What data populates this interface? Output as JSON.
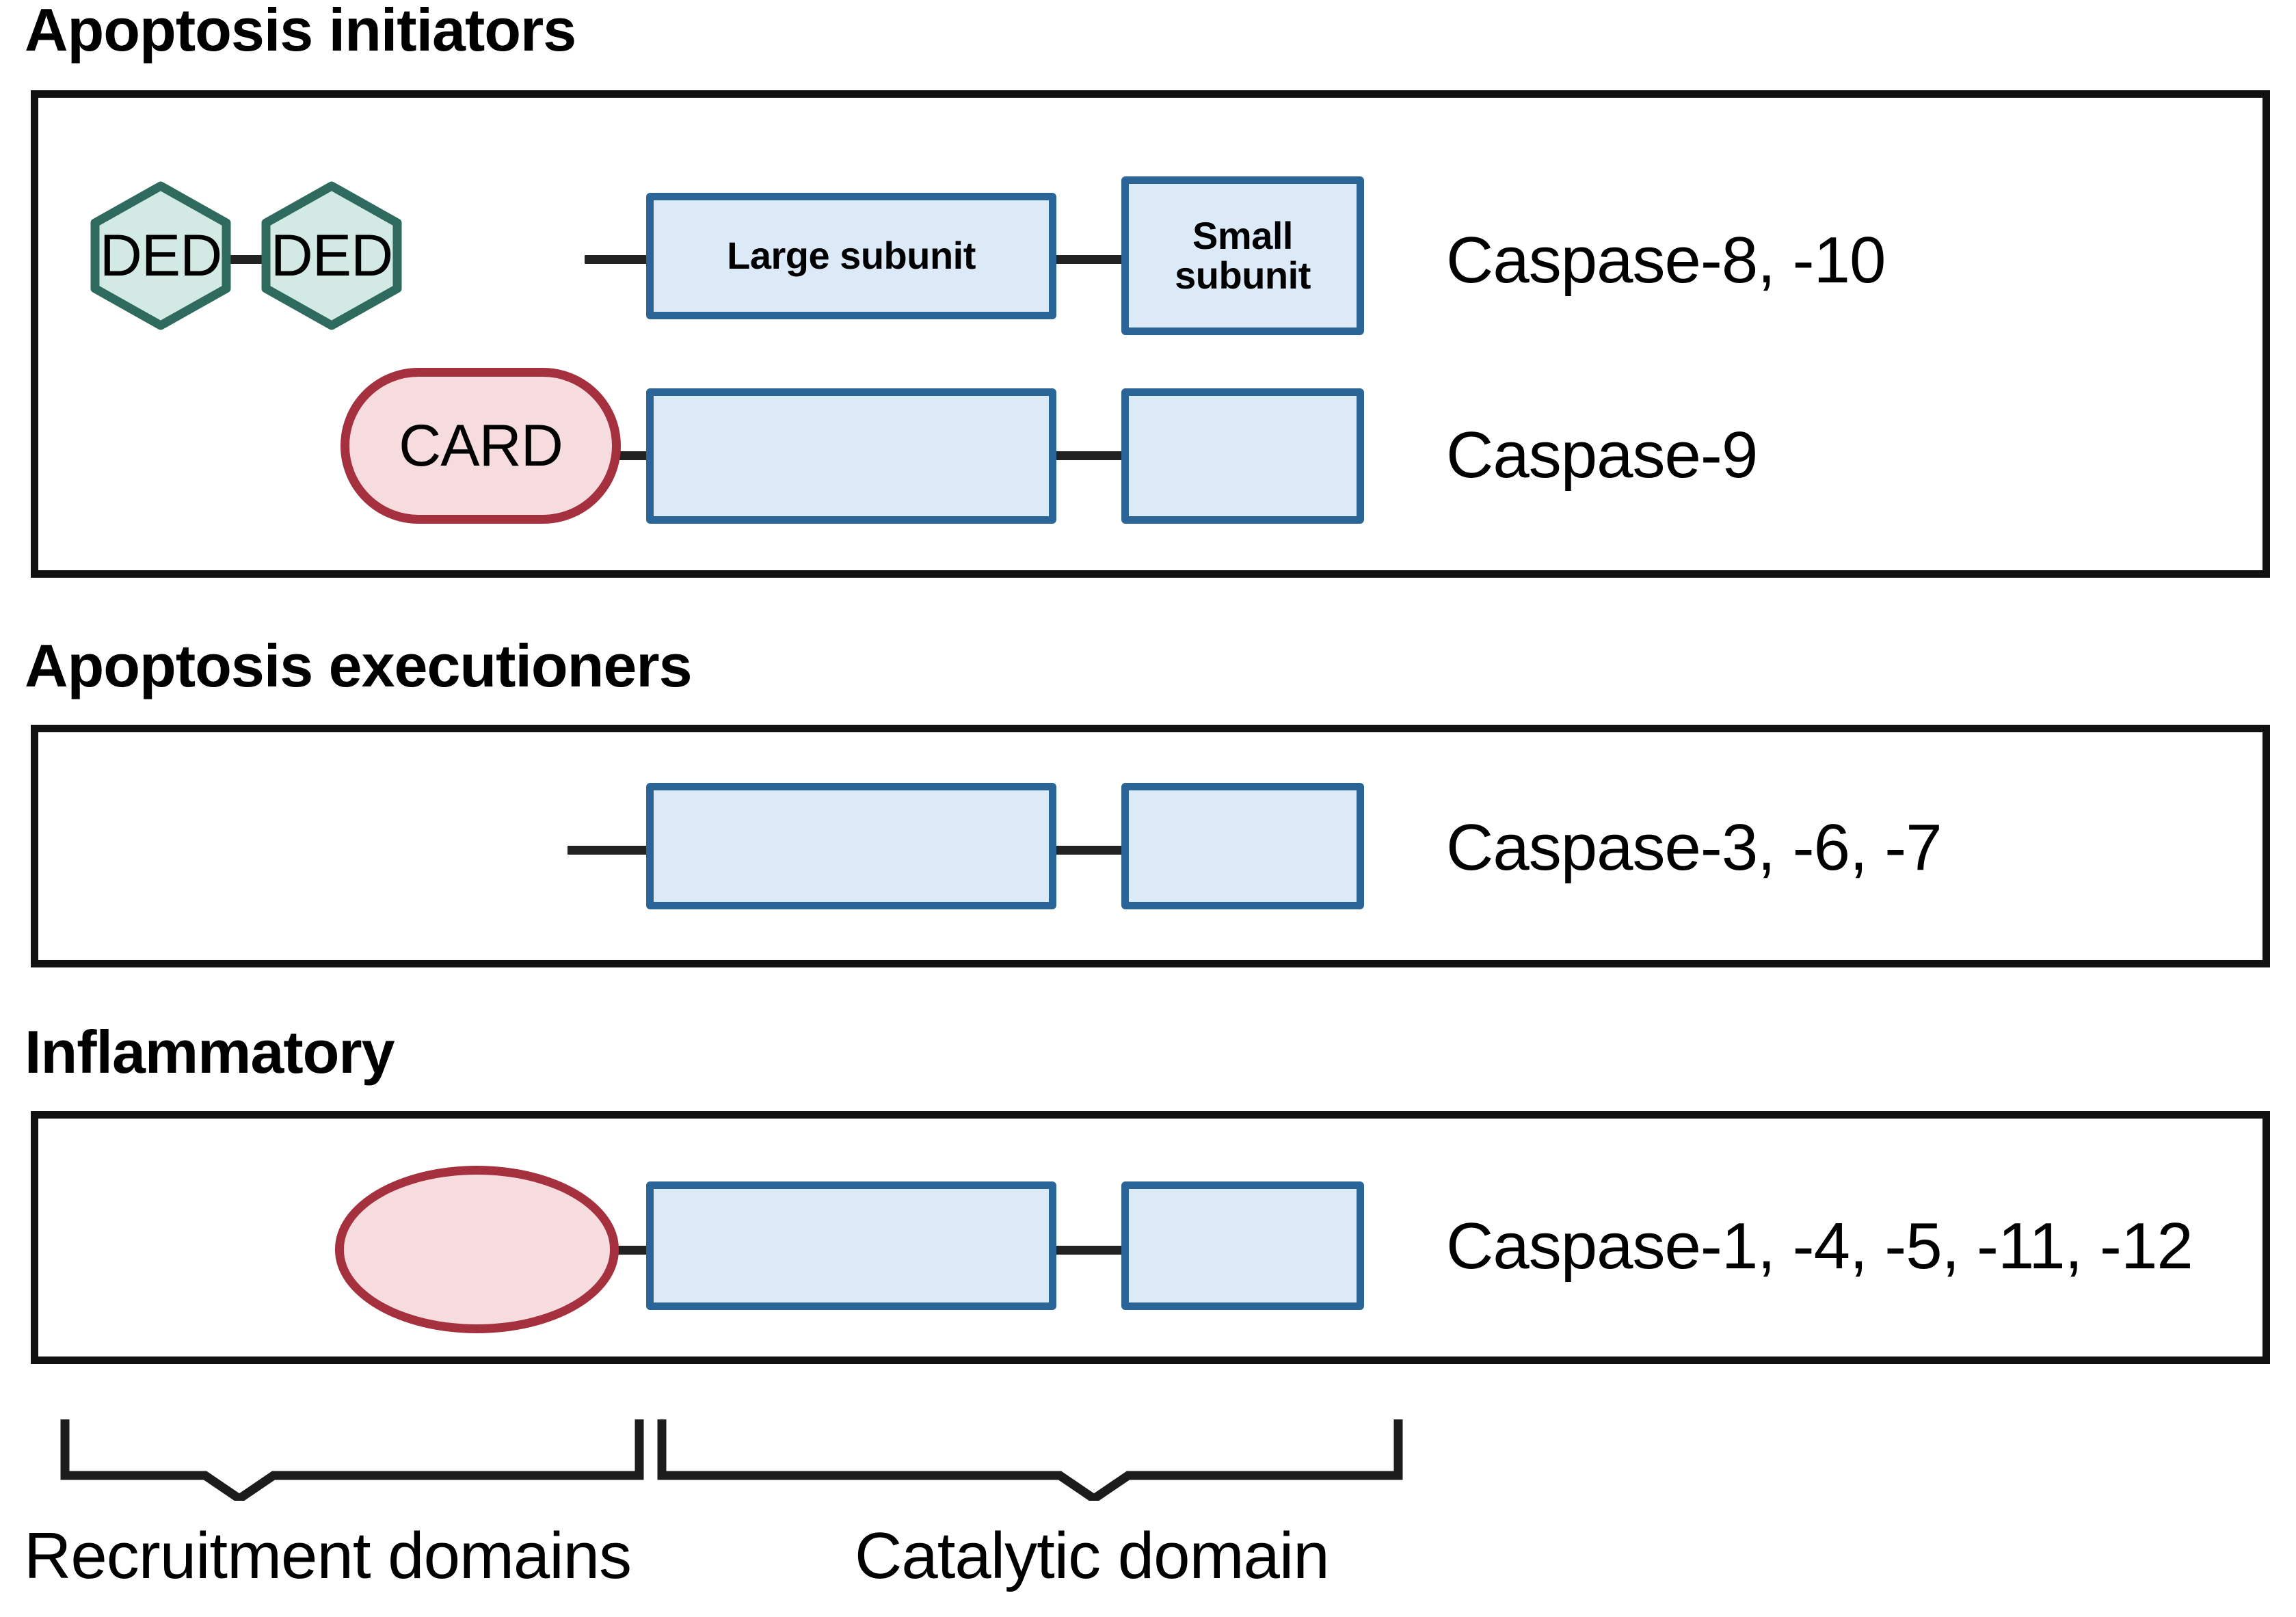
{
  "sections": [
    {
      "title": "Apoptosis initiators",
      "rows": [
        {
          "domains": [
            "DED",
            "DED"
          ],
          "subunits": [
            "Large subunit",
            "Small subunit"
          ],
          "caspases": "Caspase-8, -10"
        },
        {
          "domains": [
            "CARD"
          ],
          "subunits": [
            "",
            ""
          ],
          "caspases": "Caspase-9"
        }
      ]
    },
    {
      "title": "Apoptosis executioners",
      "rows": [
        {
          "domains": [],
          "subunits": [
            "",
            ""
          ],
          "caspases": "Caspase-3, -6, -7"
        }
      ]
    },
    {
      "title": "Inflammatory",
      "rows": [
        {
          "domains": [
            ""
          ],
          "subunits": [
            "",
            ""
          ],
          "caspases": "Caspase-1, -4, -5, -11, -12"
        }
      ]
    }
  ],
  "brackets": [
    {
      "label": "Recruitment domains"
    },
    {
      "label": "Catalytic domain"
    }
  ],
  "colors": {
    "ded_fill": "#d3eae4",
    "ded_stroke": "#2e6b5e",
    "card_fill": "#f6dcde",
    "card_stroke": "#a5313f",
    "subunit_fill": "#dce9f7",
    "subunit_stroke": "#2b6496",
    "panel_stroke": "#111111",
    "rod": "#222222"
  }
}
